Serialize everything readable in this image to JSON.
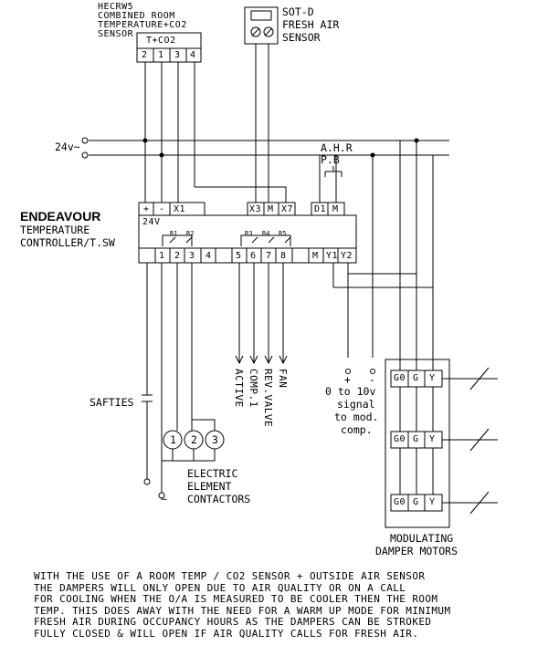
{
  "sensor_room": {
    "model": "HECRW5",
    "line1": "COMBINED ROOM",
    "line2": "TEMPERATURE+CO2",
    "line3": "SENSOR",
    "box_label": "T+CO2",
    "terminals": [
      "2",
      "1",
      "3",
      "4"
    ]
  },
  "sensor_fresh_air": {
    "model": "SOT-D",
    "line1": "FRESH AIR",
    "line2": "SENSOR"
  },
  "supply": {
    "label": "24v~"
  },
  "ahr_pb": {
    "line1": "A.H.R",
    "line2": "P.B"
  },
  "controller": {
    "name": "ENDEAVOUR",
    "line1": "TEMPERATURE",
    "line2": "CONTROLLER/T.SW",
    "top_terminals": [
      "+",
      "-",
      "X1",
      "X3",
      "M",
      "X7",
      "D1",
      "M"
    ],
    "supply_marking": "24V",
    "relays": [
      "R1",
      "R2",
      "R3",
      "R4",
      "R5"
    ],
    "bottom_terminals": [
      "1",
      "2",
      "3",
      "4",
      "5",
      "6",
      "7",
      "8",
      "M",
      "Y1",
      "Y2"
    ]
  },
  "outputs": {
    "active": "ACTIVE",
    "comp1": "COMP.1",
    "rev_valve": "REV.VALVE",
    "fan": "FAN"
  },
  "signal": {
    "plus": "+",
    "minus": "-",
    "line1": "0 to 10v",
    "line2": "signal",
    "line3": "to mod.",
    "line4": "comp."
  },
  "safeties": {
    "label": "SAFTIES",
    "tilde": "~"
  },
  "contactors": {
    "numbers": [
      "1",
      "2",
      "3"
    ],
    "line1": "ELECTRIC",
    "line2": "ELEMENT",
    "line3": "CONTACTORS"
  },
  "motor_terminals": [
    "G0",
    "G",
    "Y"
  ],
  "motors_label": {
    "line1": "MODULATING",
    "line2": "DAMPER MOTORS"
  },
  "note": [
    "WITH THE USE OF A ROOM TEMP / CO2 SENSOR + OUTSIDE AIR SENSOR",
    "THE DAMPERS WILL ONLY OPEN DUE TO AIR QUALITY OR ON A CALL",
    "FOR COOLING WHEN THE O/A IS MEASURED TO BE COOLER THEN THE ROOM",
    "TEMP. THIS DOES AWAY WITH THE NEED FOR A WARM UP MODE FOR MINIMUM",
    "FRESH AIR DURING OCCUPANCY HOURS AS THE DAMPERS CAN BE STROKED",
    "FULLY CLOSED & WILL OPEN IF AIR QUALITY CALLS FOR FRESH AIR."
  ]
}
